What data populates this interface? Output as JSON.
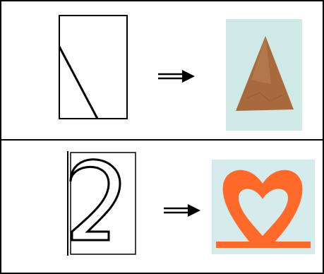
{
  "rows": [
    {
      "name": "row-triangle",
      "diagram": "rectangle-with-diagonal-cut",
      "arrow": "double-shaft-right-arrow",
      "result": "brown-paper-triangle",
      "colors": {
        "photo_bg": "#cfe9e6",
        "paper": "#a86a3d",
        "paper_light": "#c28a5b"
      }
    },
    {
      "name": "row-heart",
      "diagram": "rectangle-with-outlined-digit-2",
      "digit": "2",
      "arrow": "double-shaft-right-arrow",
      "result": "orange-paper-heart-on-base",
      "colors": {
        "photo_bg": "#d6ecec",
        "paper": "#ff6a2a",
        "paper_light": "#ff8a52"
      }
    }
  ],
  "colors": {
    "line": "#000000",
    "border": "#000000",
    "divider": "#000000"
  }
}
